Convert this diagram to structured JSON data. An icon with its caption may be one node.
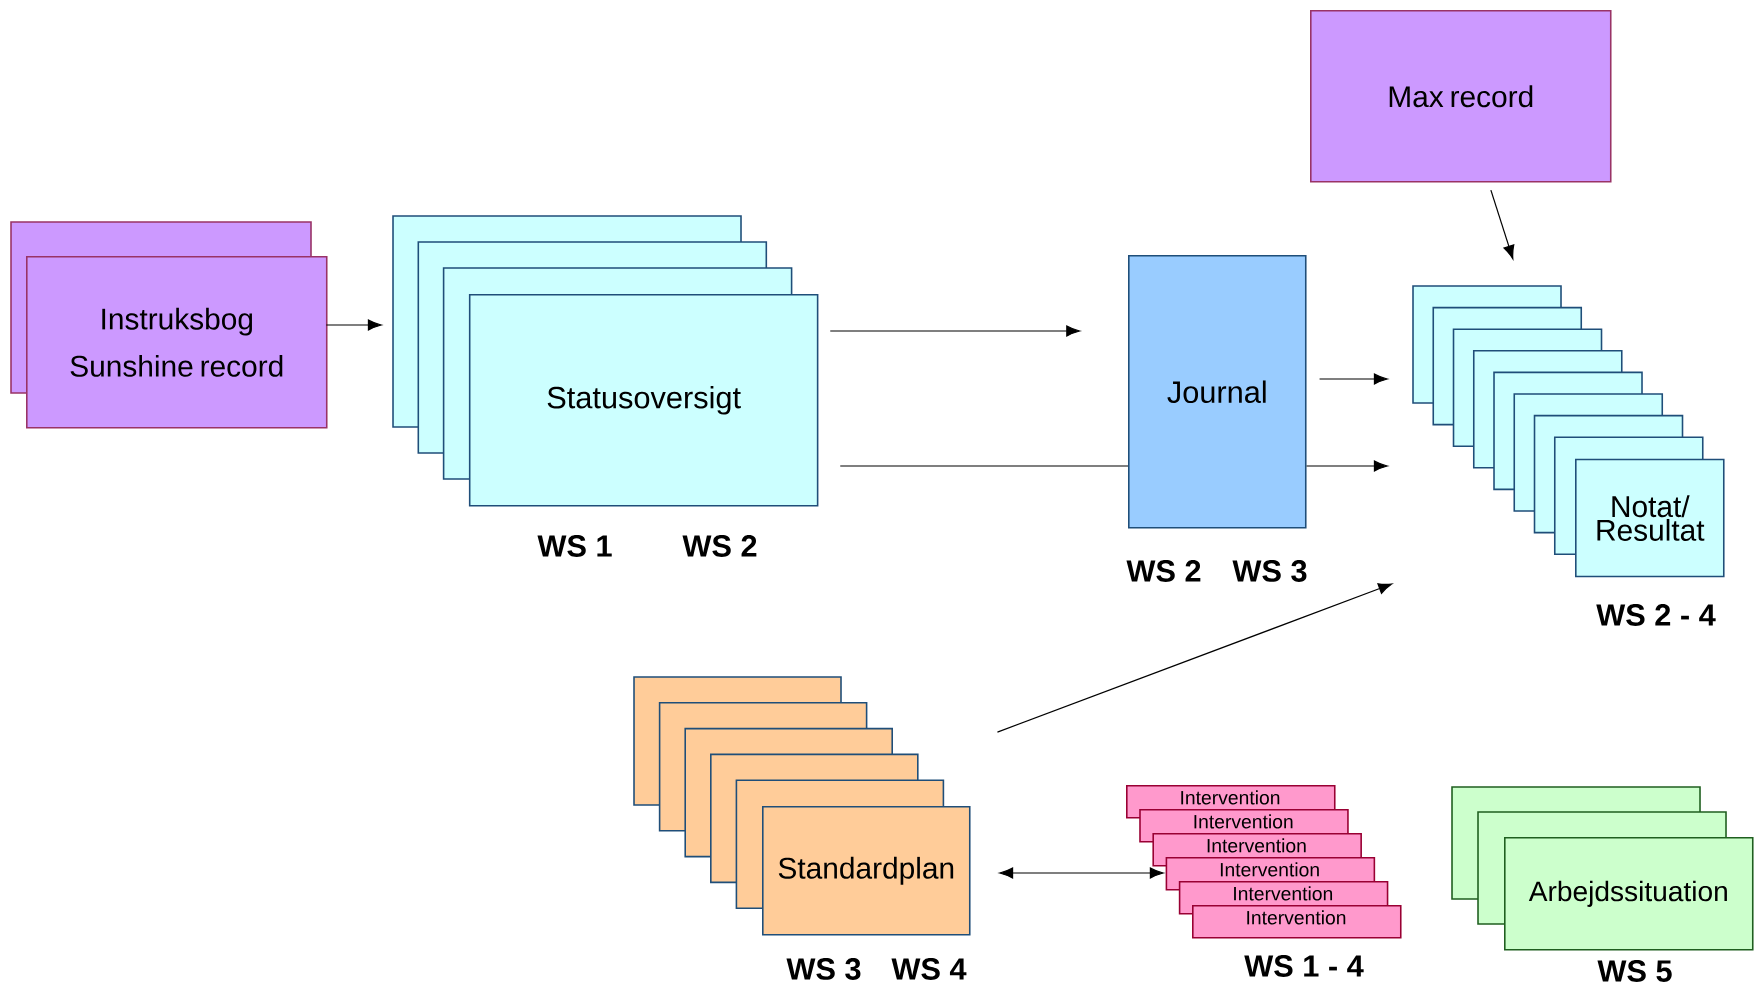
{
  "diagram": {
    "nodes": [
      {
        "text": [
          "Instruksbog",
          "Sunshine record"
        ]
      },
      {
        "text": [
          "Statusoversigt"
        ],
        "beside": [
          "WS 1",
          "WS 2"
        ]
      },
      {
        "text": [
          "Journal"
        ],
        "beside": [
          "WS 2",
          "WS 3"
        ]
      },
      {
        "text": [
          "Max record"
        ]
      },
      {
        "text": [
          "Notat/ Resultat"
        ],
        "beside": [
          "WS 2 - 4"
        ]
      },
      {
        "text": [
          "Standardplan"
        ],
        "beside": [
          "WS 3",
          "WS 4"
        ]
      },
      {
        "text": [
          "Intervention"
        ]
      },
      {
        "text": [
          "Intervention"
        ]
      },
      {
        "text": [
          "Intervention"
        ]
      },
      {
        "text": [
          "Intervention"
        ]
      },
      {
        "text": [
          "Intervention"
        ]
      },
      {
        "text": [
          "Intervention"
        ],
        "beside": [
          "WS 1 - 4"
        ]
      },
      {
        "text": [
          "Arbejdssituation"
        ],
        "beside": [
          "WS 5"
        ]
      }
    ],
    "edges": [
      {
        "from": 0,
        "to": 1,
        "arrow": "to"
      },
      {
        "from": 1,
        "to": 2,
        "arrow": "to"
      },
      {
        "from": 1,
        "to": 2,
        "arrow": "none"
      },
      {
        "from": 2,
        "to": 4,
        "arrow": "to"
      },
      {
        "from": 2,
        "to": 4,
        "arrow": "to"
      },
      {
        "from": 3,
        "to": 4,
        "arrow": "to"
      },
      {
        "from": 5,
        "to": 4,
        "arrow": "to"
      },
      {
        "from": 5,
        "to": 9,
        "arrow": "both"
      }
    ]
  }
}
